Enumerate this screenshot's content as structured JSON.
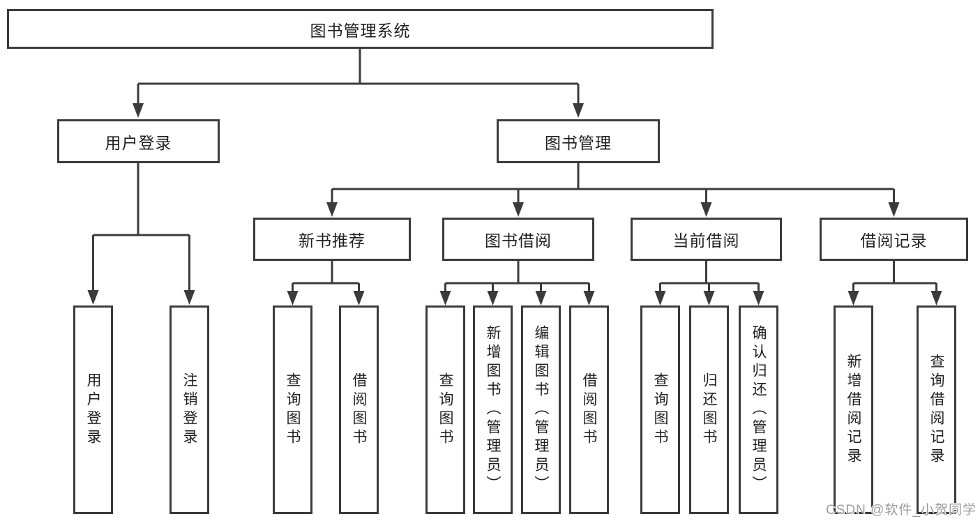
{
  "diagram_type": "hierarchy",
  "tree": {
    "label": "图书管理系统",
    "children": [
      {
        "label": "用户登录",
        "children": [
          {
            "label": "用户登录"
          },
          {
            "label": "注销登录"
          }
        ]
      },
      {
        "label": "图书管理",
        "children": [
          {
            "label": "新书推荐",
            "children": [
              {
                "label": "查询图书"
              },
              {
                "label": "借阅图书"
              }
            ]
          },
          {
            "label": "图书借阅",
            "children": [
              {
                "label": "查询图书"
              },
              {
                "label": "新增图书（管理员）"
              },
              {
                "label": "编辑图书（管理员）"
              },
              {
                "label": "借阅图书"
              }
            ]
          },
          {
            "label": "当前借阅",
            "children": [
              {
                "label": "查询图书"
              },
              {
                "label": "归还图书"
              },
              {
                "label": "确认归还（管理员）"
              }
            ]
          },
          {
            "label": "借阅记录",
            "children": [
              {
                "label": "新增借阅记录"
              },
              {
                "label": "查询借阅记录"
              }
            ]
          }
        ]
      }
    ]
  },
  "watermark": {
    "text": "CSDN @软件_小贺同学"
  },
  "colors": {
    "line": "#3b3b3b",
    "box_border": "#3b3b3b",
    "text": "#1f1f1f",
    "background": "#ffffff",
    "watermark": "#9c9c9c"
  }
}
